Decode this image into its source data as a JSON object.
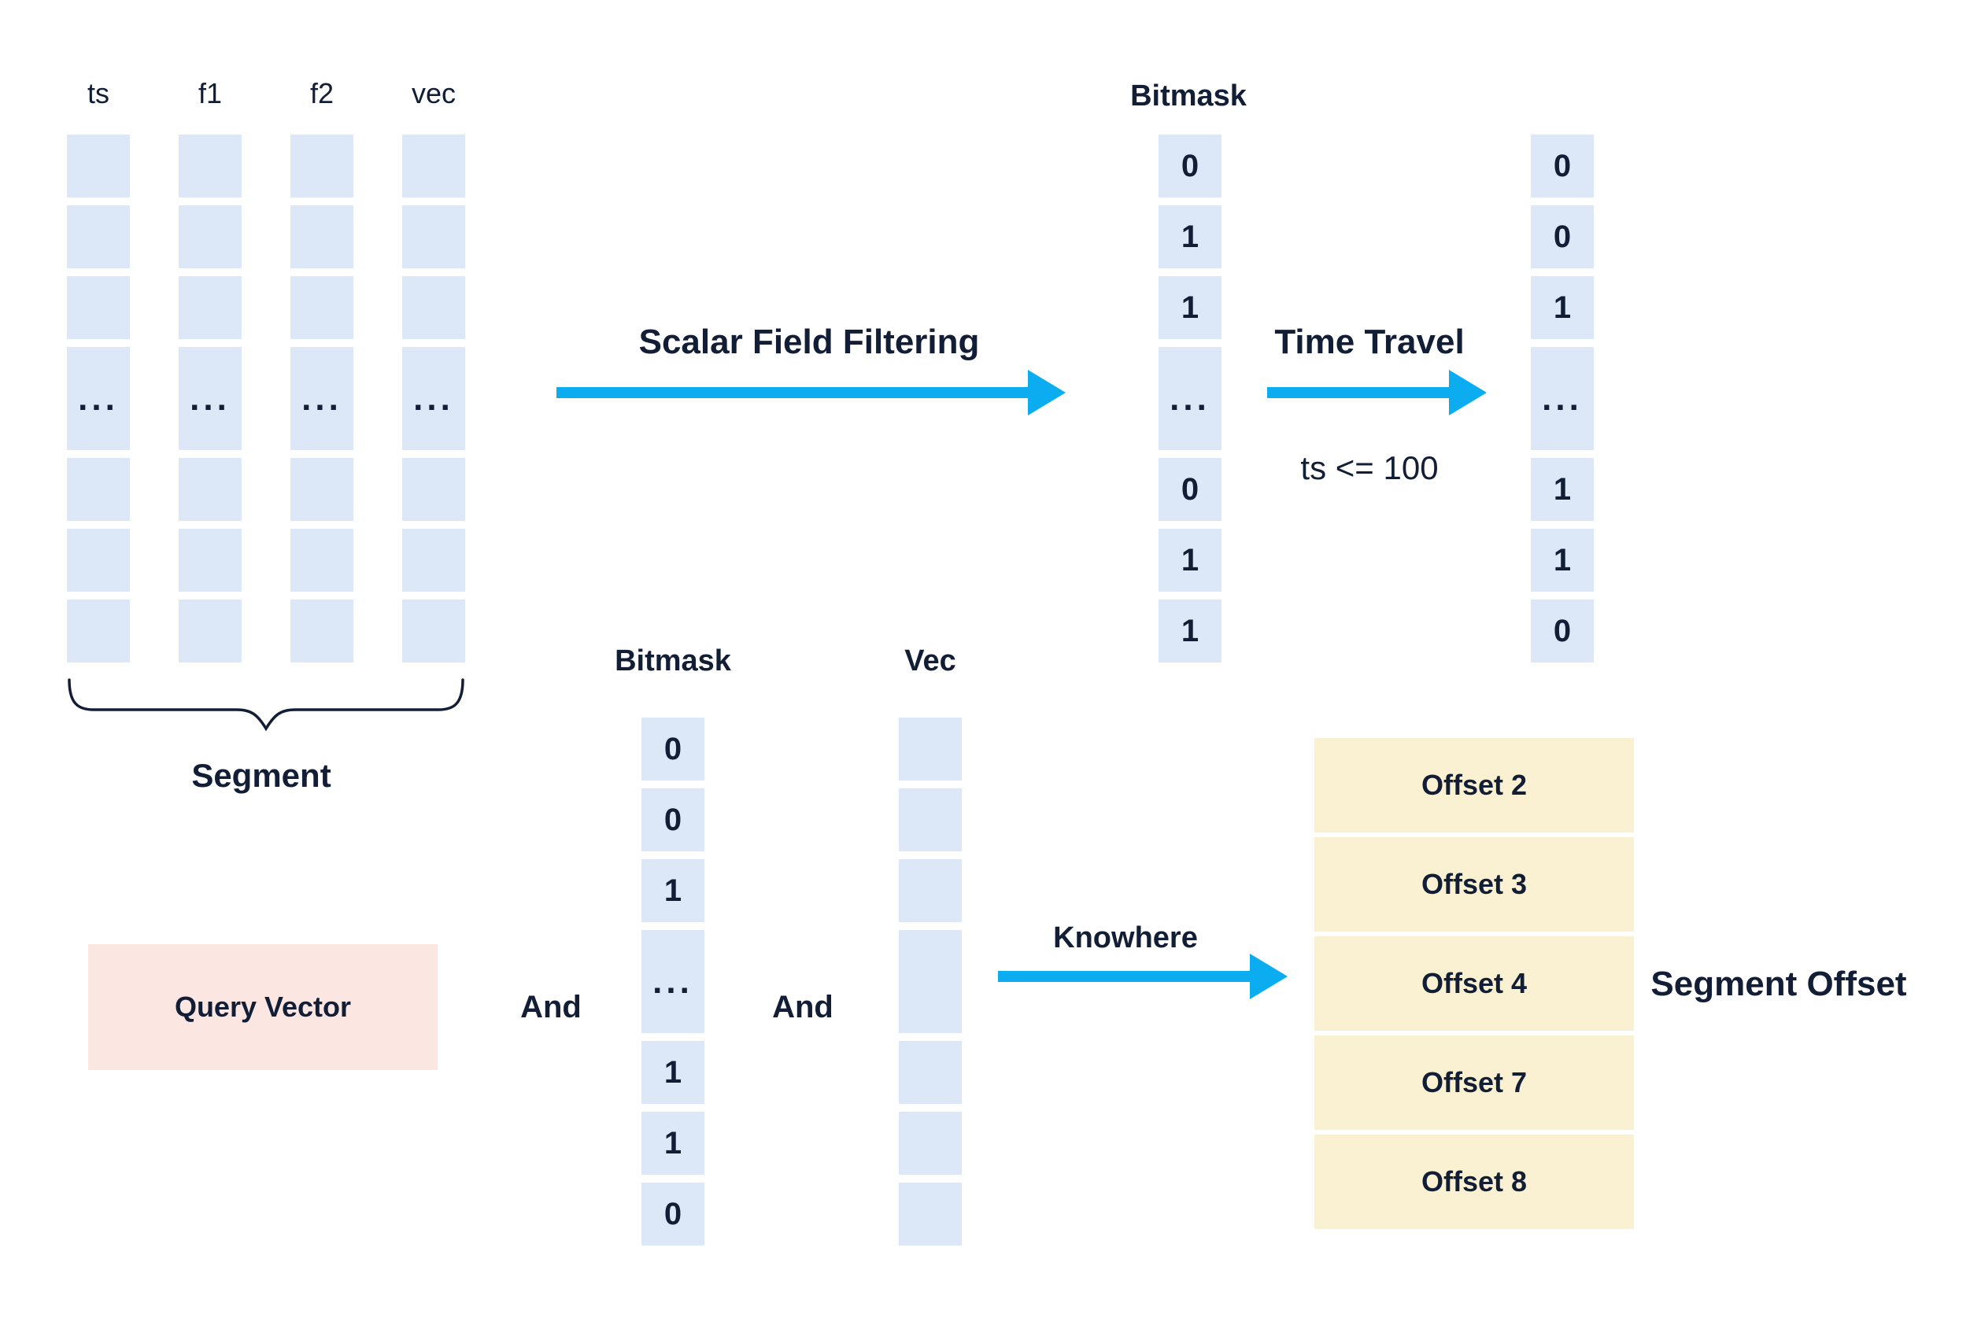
{
  "colors": {
    "background": "#ffffff",
    "cell_blue": "#DCE7F7",
    "text_navy": "#121E36",
    "arrow_cyan": "#0BADF0",
    "query_vector_pink": "#FCE6E2",
    "offset_yellow": "#FAF1D2"
  },
  "segment": {
    "label": "Segment",
    "column_labels": [
      "ts",
      "f1",
      "f2",
      "vec"
    ],
    "cells": [
      "",
      "",
      "",
      "...",
      "",
      "",
      ""
    ]
  },
  "scalar_filter": {
    "label": "Scalar Field Filtering"
  },
  "top_bitmask": {
    "label": "Bitmask",
    "cells": [
      "0",
      "1",
      "1",
      "...",
      "0",
      "1",
      "1"
    ]
  },
  "time_travel": {
    "label": "Time Travel",
    "condition": "ts <= 100"
  },
  "time_travel_result": {
    "cells": [
      "0",
      "0",
      "1",
      "...",
      "1",
      "1",
      "0"
    ]
  },
  "query_vector": {
    "label": "Query Vector"
  },
  "and_operators": {
    "left": "And",
    "right": "And"
  },
  "bottom_bitmask": {
    "label": "Bitmask",
    "cells": [
      "0",
      "0",
      "1",
      "...",
      "1",
      "1",
      "0"
    ]
  },
  "vec_column": {
    "label": "Vec",
    "cells": [
      "",
      "",
      "",
      "",
      "",
      "",
      ""
    ]
  },
  "knowhere": {
    "label": "Knowhere"
  },
  "segment_offset": {
    "label": "Segment Offset",
    "offsets": [
      "Offset 2",
      "Offset 3",
      "Offset 4",
      "Offset 7",
      "Offset 8"
    ]
  }
}
